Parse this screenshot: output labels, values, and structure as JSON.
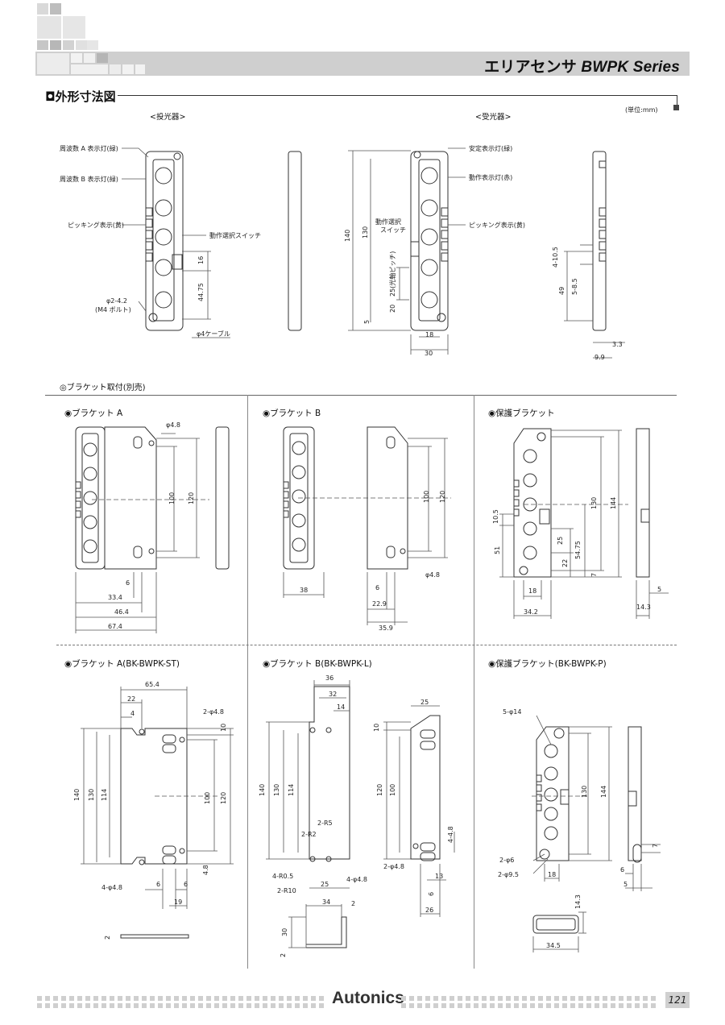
{
  "header": {
    "title_jp": "エリアセンサ",
    "title_series": "BWPK Series"
  },
  "section": {
    "title": "◘外形寸法図",
    "unit": "(単位:mm)"
  },
  "emitter": {
    "label": "<投光器>",
    "freq_a": "周波数 A 表示灯(緑)",
    "freq_b": "周波数 B 表示灯(緑)",
    "picking": "ピッキング表示(黄)",
    "switch": "動作選択スイッチ",
    "hole": "φ2-4.2",
    "bolt": "(M4 ボルト)",
    "cable": "φ4ケーブル",
    "dim_16": "16",
    "dim_4475": "44.75"
  },
  "receiver": {
    "label": "<受光器>",
    "stable": "安定表示灯(緑)",
    "operation": "動作表示灯(赤)",
    "picking": "ピッキング表示(黄)",
    "switch_l1": "動作選択",
    "switch_l2": "スイッチ",
    "pitch": "25(光軸ピッチ)",
    "dim_140": "140",
    "dim_130": "130",
    "dim_20": "20",
    "dim_5": "5",
    "dim_18": "18",
    "dim_30": "30",
    "dim_4105": "4-10.5",
    "dim_585": "5-8.5",
    "dim_49": "49",
    "dim_33": "3.3",
    "dim_99": "9.9"
  },
  "bracket_section": {
    "title": "◎ブラケット取付(別売)"
  },
  "panel_a": {
    "title": "◉ブラケット A",
    "hole": "φ4.8",
    "d100": "100",
    "d120": "120",
    "d6": "6",
    "d334": "33.4",
    "d464": "46.4",
    "d674": "67.4"
  },
  "panel_b": {
    "title": "◉ブラケット B",
    "d100": "100",
    "d120": "120",
    "d38": "38",
    "d6": "6",
    "d229": "22.9",
    "d359": "35.9",
    "hole": "φ4.8"
  },
  "panel_p": {
    "title": "◉保護ブラケット",
    "d130": "130",
    "d144": "144",
    "d105": "10.5",
    "d51": "51",
    "d25": "25",
    "d22": "22",
    "d5475": "54.75",
    "d7": "7",
    "d18": "18",
    "d342": "34.2",
    "d5": "5",
    "d143": "14.3"
  },
  "detail_a": {
    "title": "◉ブラケット A(BK-BWPK-ST)",
    "d654": "65.4",
    "d22": "22",
    "d4": "4",
    "hole2": "2-φ4.8",
    "d10": "10",
    "d140": "140",
    "d130": "130",
    "d114": "114",
    "d100": "100",
    "d120": "120",
    "d48": "4.8",
    "hole4": "4-φ4.8",
    "d6a": "6",
    "d6b": "6",
    "d19": "19",
    "d2": "2"
  },
  "detail_b": {
    "title": "◉ブラケット B(BK-BWPK-L)",
    "d36": "36",
    "d32": "32",
    "d14": "14",
    "d140": "140",
    "d130": "130",
    "d114": "114",
    "r5": "2-R5",
    "r2": "2-R2",
    "r05": "4-R0.5",
    "r10": "2-R10",
    "d25": "25",
    "hole4": "4-φ4.8",
    "d25b": "25",
    "d10": "10",
    "d120": "120",
    "d100": "100",
    "d448": "4-4.8",
    "hole2": "2-φ4.8",
    "d13": "13",
    "d6": "6",
    "d26": "26",
    "d34": "34",
    "d2": "2",
    "d30": "30",
    "d2b": "2"
  },
  "detail_p": {
    "title": "◉保護ブラケット(BK-BWPK-P)",
    "hole5": "5-φ14",
    "d130": "130",
    "d144": "144",
    "hole6": "2-φ6",
    "hole95": "2-φ9.5",
    "d18": "18",
    "d7": "7",
    "d6": "6",
    "d5": "5",
    "d143": "14.3",
    "d345": "34.5"
  },
  "footer": {
    "brand": "Autonics",
    "page": "121"
  }
}
